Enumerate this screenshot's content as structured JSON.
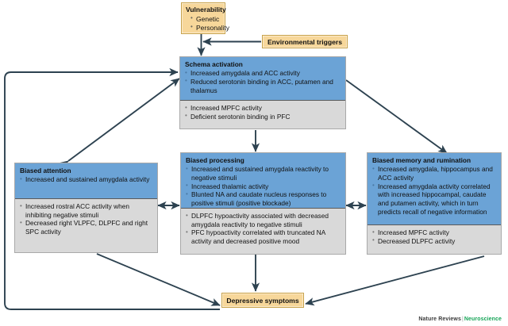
{
  "figure": {
    "credit_publisher": "Nature Reviews",
    "credit_separator": "|",
    "credit_journal": "Neuroscience"
  },
  "colors": {
    "gold_fill": "#f7d79a",
    "gold_border": "#c8a24a",
    "blue_fill": "#6ba3d6",
    "grey_fill": "#d9d9d9",
    "grey_border": "#a9a9a9",
    "arrow": "#2d4250",
    "journal_green": "#18a558"
  },
  "vulnerability": {
    "title": "Vulnerability",
    "items": [
      "Genetic",
      "Personality"
    ]
  },
  "environmental_triggers": {
    "label": "Environmental triggers"
  },
  "schema_activation": {
    "title": "Schema activation",
    "upper_items": [
      "Increased amygdala and ACC activity",
      "Reduced serotonin binding in ACC, putamen and thalamus"
    ],
    "lower_items": [
      "Increased MPFC activity",
      "Deficient serotonin binding in PFC"
    ]
  },
  "biased_attention": {
    "title": "Biased attention",
    "upper_items": [
      "Increased and sustained amygdala activity"
    ],
    "lower_items": [
      "Increased rostral ACC activity when inhibiting negative stimuli",
      "Decreased right VLPFC, DLPFC and right SPC activity"
    ]
  },
  "biased_processing": {
    "title": "Biased processing",
    "upper_items": [
      "Increased and sustained amygdala reactivity to negative stimuli",
      "Increased thalamic activity",
      "Blunted NA and caudate nucleus responses to positive stimuli (positive blockade)"
    ],
    "lower_items": [
      "DLPFC hypoactivity associated with decreased amygdala reactivity to negative stimuli",
      "PFC hypoactivity correlated with truncated NA activity and decreased positive mood"
    ]
  },
  "biased_memory": {
    "title": "Biased memory and rumination",
    "upper_items": [
      "Increased amygdala, hippocampus and ACC activity",
      "Increased amygdala activity correlated with increased hippocampal, caudate and putamen activity, which in turn predicts recall of negative information"
    ],
    "lower_items": [
      "Increased MPFC activity",
      "Decreased DLPFC activity"
    ]
  },
  "depressive_symptoms": {
    "label": "Depressive symptoms"
  }
}
